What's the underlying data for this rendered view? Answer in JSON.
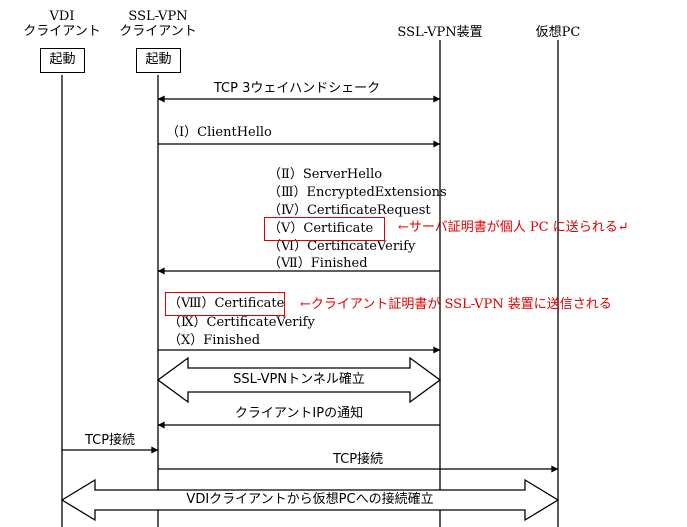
{
  "participants": [
    {
      "line1": "VDI",
      "line2": "クライアント",
      "start_label": "起動"
    },
    {
      "line1": "SSL-VPN",
      "line2": "クライアント",
      "start_label": "起動"
    },
    {
      "line1": "SSL-VPN装置",
      "line2": ""
    },
    {
      "line1": "仮想PC",
      "line2": ""
    }
  ],
  "messages": {
    "tcp_handshake": "TCP 3ウェイハンドシェーク",
    "client_hello": "（Ⅰ）ClientHello",
    "server_hello": "（Ⅱ）ServerHello",
    "encrypted_extensions": "（Ⅲ）EncryptedExtensions",
    "certificate_request": "（Ⅳ）CertificateRequest",
    "server_certificate": "（Ⅴ）Certificate",
    "certificate_verify_server": "（Ⅵ）CertificateVerify",
    "finished_server": "（Ⅶ）Finished",
    "client_certificate": "（Ⅷ）Certificate",
    "certificate_verify_client": "（Ⅸ）CertificateVerify",
    "finished_client": "（Ⅹ）Finished",
    "ssl_vpn_tunnel": "SSL-VPNトンネル確立",
    "client_ip_notice": "クライアントIPの通知",
    "tcp_connect_1": "TCP接続",
    "tcp_connect_2": "TCP接続",
    "vdi_connection": "VDIクライアントから仮想PCへの接続確立"
  },
  "annotations": {
    "server_cert_note": "←サーバ証明書が個人 PC に送られる↵",
    "client_cert_note": "←クライアント証明書が SSL-VPN 装置に送信される"
  },
  "colors": {
    "annotation": "#e00000",
    "line": "#000000"
  }
}
